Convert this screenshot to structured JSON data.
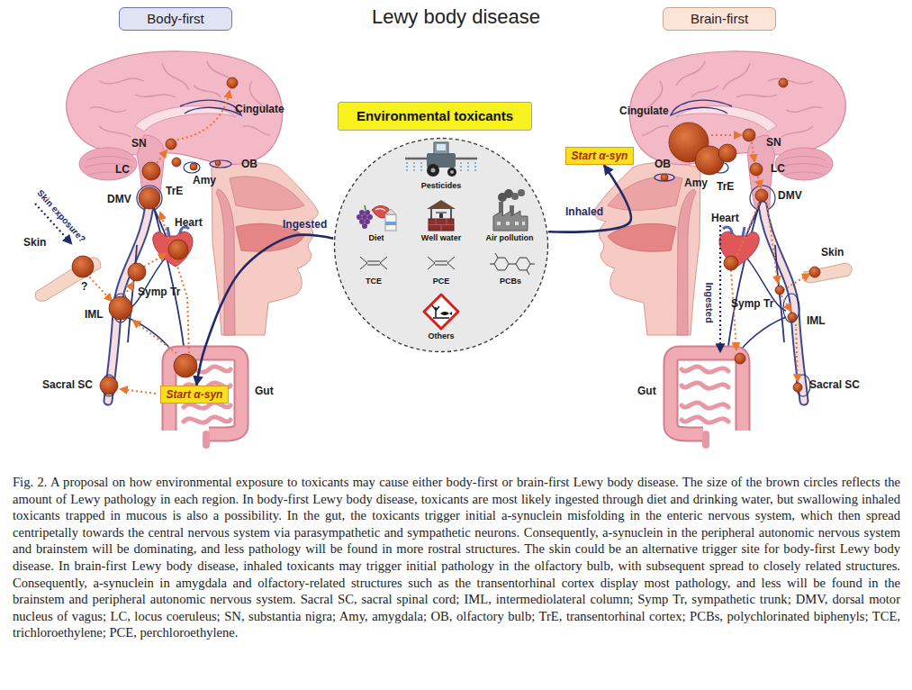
{
  "diagram": {
    "title": "Lewy body disease",
    "caption": "Fig. 2. A proposal on how environmental exposure to toxicants may cause either body-first or brain-first Lewy body disease. The size of the brown circles reflects the amount of Lewy pathology in each region. In body-first Lewy body disease, toxicants are most likely ingested through diet and drinking water, but swallowing inhaled toxicants trapped in mucous is also a possibility. In the gut, the toxicants trigger initial a-synuclein misfolding in the enteric nervous system, which then spread centripetally towards the central nervous system via parasympathetic and sympathetic neurons. Consequently, a-synuclein in the peripheral autonomic nervous system and brainstem will be dominating, and less pathology will be found in more rostral structures. The skin could be an alternative trigger site for body-first Lewy body disease. In brain-first Lewy body disease, inhaled toxicants may trigger initial pathology in the olfactory bulb, with subsequent spread to closely related structures. Consequently, a-synuclein in amygdala and olfactory-related structures such as the transentorhinal cortex display most pathology, and less will be found in the brainstem and peripheral autonomic nervous system. Sacral SC, sacral spinal cord; IML, intermediolateral column; Symp Tr, sympathetic trunk; DMV, dorsal motor nucleus of vagus; LC, locus coeruleus; SN, substantia nigra; Amy, amygdala; OB, olfactory bulb; TrE, transentorhinal cortex; PCBs, polychlorinated biphenyls; TCE, trichloroethylene; PCE, perchloroethylene.",
    "nodes": [
      {
        "text": [
          "Body-first"
        ]
      },
      {
        "text": [
          "Brain-first"
        ]
      },
      {
        "text": [
          "Environmental toxicants"
        ]
      },
      {
        "text": [
          "Pesticides",
          "Diet",
          "Well water",
          "Air pollution",
          "TCE",
          "PCE",
          "PCBs",
          "Others"
        ]
      },
      {
        "text": [
          "Start α-syn"
        ]
      },
      {
        "text": [
          "Start α-syn"
        ]
      }
    ],
    "edges": [
      {
        "from": 3,
        "to": 4,
        "label": "Ingested",
        "arrow": "to"
      },
      {
        "from": 3,
        "to": 5,
        "label": "Inhaled",
        "arrow": "to"
      }
    ],
    "labels": [
      "Cingulate",
      "SN",
      "LC",
      "OB",
      "Amy",
      "TrE",
      "DMV",
      "Heart",
      "Skin exposure?",
      "Skin",
      "?",
      "Symp Tr",
      "IML",
      "Sacral SC",
      "Gut",
      "Cingulate",
      "OB",
      "SN",
      "LC",
      "Amy",
      "TrE",
      "DMV",
      "Heart",
      "Skin",
      "Ingested",
      "Symp Tr",
      "IML",
      "Sacral SC",
      "Gut"
    ]
  }
}
